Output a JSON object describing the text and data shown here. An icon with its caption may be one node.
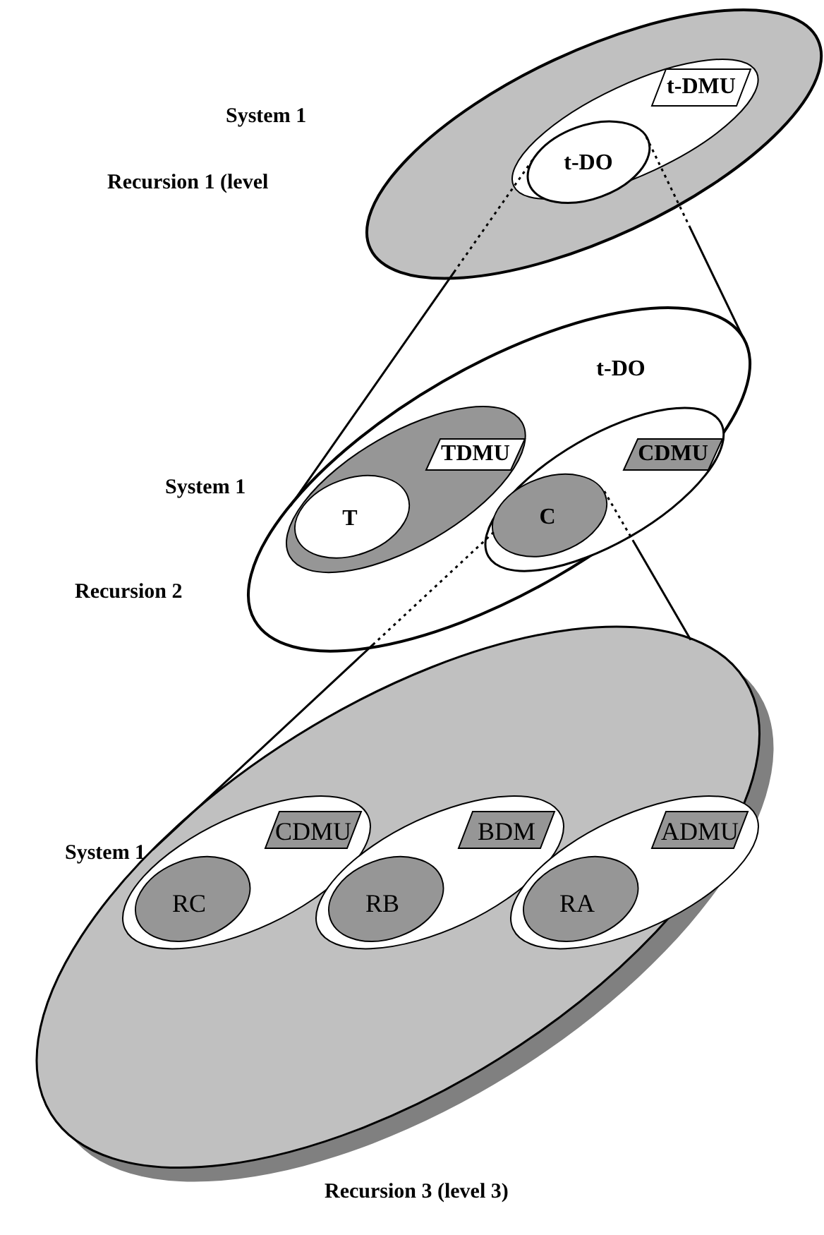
{
  "diagram": {
    "nodes": [
      {
        "text": [],
        "shape": "ellipse",
        "beside": [
          "System 1",
          "Recursion 1 (level"
        ]
      },
      {
        "text": [],
        "shape": "ellipse",
        "in": 0
      },
      {
        "text": [
          "t-DMU"
        ],
        "in": 1
      },
      {
        "text": [
          "t-DO"
        ],
        "in": 1
      },
      {
        "text": [
          "t-DO"
        ],
        "beside": [
          "System 1",
          "Recursion 2"
        ]
      },
      {
        "text": [],
        "shape": "ellipse",
        "in": 4
      },
      {
        "text": [
          "TDMU"
        ],
        "in": 5
      },
      {
        "text": [
          "T"
        ],
        "in": 5
      },
      {
        "text": [],
        "shape": "ellipse",
        "in": 4
      },
      {
        "text": [
          "CDMU"
        ],
        "in": 8
      },
      {
        "text": [
          "C"
        ],
        "in": 8
      },
      {
        "text": [],
        "shape": "ellipse",
        "beside": [
          "System 1",
          "Recursion 3 (level 3)"
        ]
      },
      {
        "text": [],
        "shape": "ellipse",
        "in": 11
      },
      {
        "text": [
          "CDMU"
        ],
        "in": 12
      },
      {
        "text": [
          "RC"
        ],
        "in": 12
      },
      {
        "text": [],
        "shape": "ellipse",
        "in": 11
      },
      {
        "text": [
          "BDM"
        ],
        "in": 15
      },
      {
        "text": [
          "RB"
        ],
        "in": 15
      },
      {
        "text": [],
        "shape": "ellipse",
        "in": 11
      },
      {
        "text": [
          "ADMU"
        ],
        "in": 18
      },
      {
        "text": [
          "RA"
        ],
        "in": 18
      }
    ],
    "edges": [
      {
        "from": 3,
        "to": 4,
        "arrow": "none"
      },
      {
        "from": 3,
        "to": 4,
        "arrow": "none"
      },
      {
        "from": 10,
        "to": 11,
        "arrow": "none"
      },
      {
        "from": 10,
        "to": 11,
        "arrow": "none"
      }
    ]
  }
}
